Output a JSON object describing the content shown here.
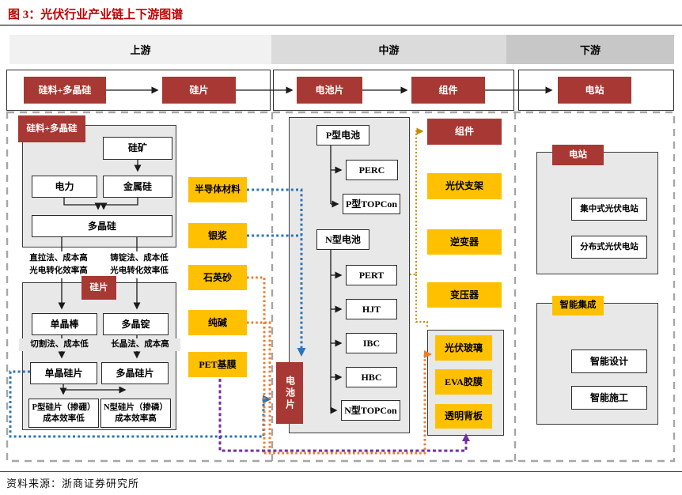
{
  "title": "图 3：光伏行业产业链上下游图谱",
  "source": "资料来源：浙商证券研究所",
  "colors": {
    "red": "#A83833",
    "yellow": "#FFC000",
    "panel": "#E8E8E8",
    "blue": "#2E75B6",
    "orange": "#ED7D31",
    "purple": "#7030A0",
    "gold": "#BF9000",
    "band_up": "#F1F1F1",
    "band_mid": "#DBDBDB",
    "band_down": "#C7C7C7"
  },
  "bands": {
    "upstream": "上游",
    "midstream": "中游",
    "downstream": "下游"
  },
  "chain": {
    "silicon": "硅料+多晶硅",
    "wafer": "硅片",
    "cell": "电池片",
    "module": "组件",
    "station": "电站"
  },
  "upstream": {
    "panel1_label": "硅料+多晶硅",
    "ore": "硅矿",
    "power": "电力",
    "metal_si": "金属硅",
    "poly_si": "多晶硅",
    "method_mono": "直拉法、成本高\n光电转化效率高",
    "method_cast": "铸锭法、成本低\n光电转化效率低",
    "panel2_label": "硅片",
    "mono_rod": "单晶棒",
    "poly_ingot": "多晶锭",
    "method_cut": "切割法、成本低",
    "method_grow": "长晶法、成本高",
    "mono_wafer": "单晶硅片",
    "poly_wafer": "多晶硅片",
    "p_wafer": "P型硅片（掺硼）\n成本效率低",
    "n_wafer": "N型硅片（掺磷）\n成本效率高",
    "materials": {
      "semi": "半导体材料",
      "silver": "银浆",
      "quartz": "石英砂",
      "soda": "纯碱",
      "pet": "PET基膜"
    }
  },
  "midstream": {
    "cell_vertical": "电池片",
    "p_cell": "P型电池",
    "perc": "PERC",
    "p_topcon": "P型TOPCon",
    "n_cell": "N型电池",
    "pert": "PERT",
    "hjt": "HJT",
    "ibc": "IBC",
    "hbc": "HBC",
    "n_topcon": "N型TOPCon",
    "module": "组件",
    "bracket": "光伏支架",
    "inverter": "逆变器",
    "transformer": "变压器",
    "glass": "光伏玻璃",
    "eva": "EVA胶膜",
    "backsheet": "透明背板"
  },
  "downstream": {
    "station_label": "电站",
    "central": "集中式光伏电站",
    "distributed": "分布式光伏电站",
    "smart_label": "智能集成",
    "smart_design": "智能设计",
    "smart_build": "智能施工"
  }
}
